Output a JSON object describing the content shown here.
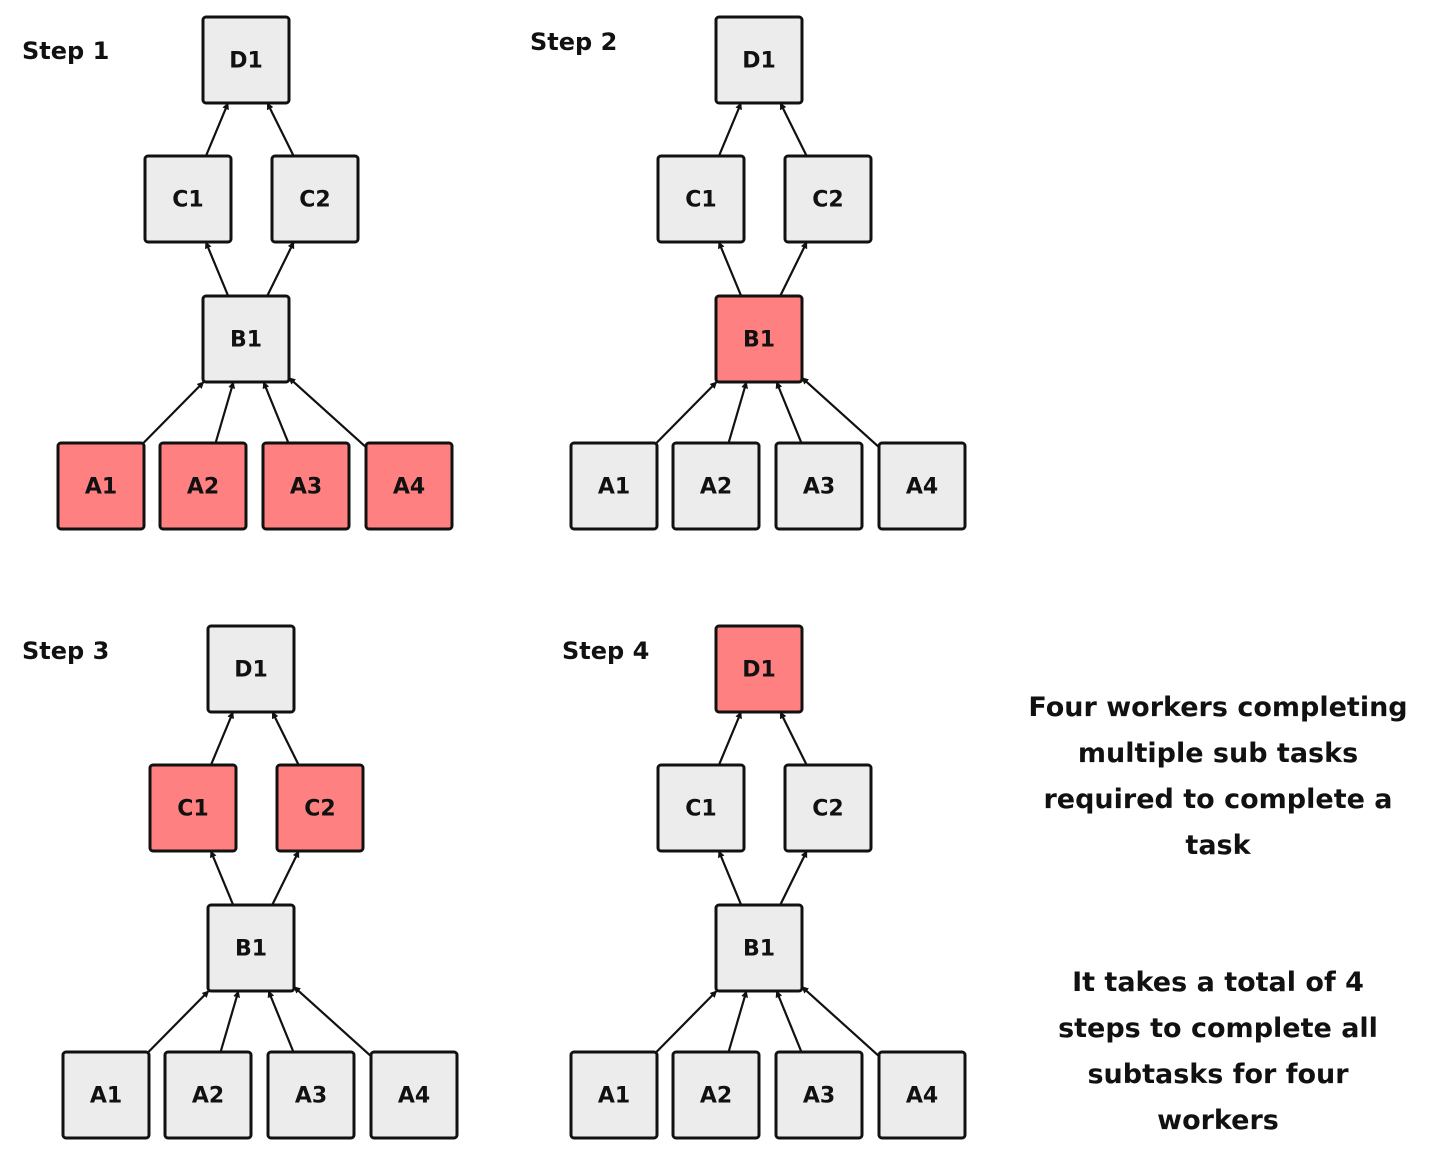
{
  "colors": {
    "active": "#ff8080",
    "idle": "#ececec",
    "stroke": "#111111"
  },
  "panels": [
    {
      "label": "Step 1",
      "active": [
        "A1",
        "A2",
        "A3",
        "A4"
      ]
    },
    {
      "label": "Step 2",
      "active": [
        "B1"
      ]
    },
    {
      "label": "Step 3",
      "active": [
        "C1",
        "C2"
      ]
    },
    {
      "label": "Step 4",
      "active": [
        "D1"
      ]
    }
  ],
  "nodes": [
    "D1",
    "C1",
    "C2",
    "B1",
    "A1",
    "A2",
    "A3",
    "A4"
  ],
  "edges": [
    [
      "A1",
      "B1"
    ],
    [
      "A2",
      "B1"
    ],
    [
      "A3",
      "B1"
    ],
    [
      "A4",
      "B1"
    ],
    [
      "B1",
      "C1"
    ],
    [
      "B1",
      "C2"
    ],
    [
      "C1",
      "D1"
    ],
    [
      "C2",
      "D1"
    ]
  ],
  "notes": {
    "description": "Four workers completing multiple sub tasks required to complete a task",
    "summary": "It takes a total of 4 steps to complete all subtasks for four workers"
  }
}
